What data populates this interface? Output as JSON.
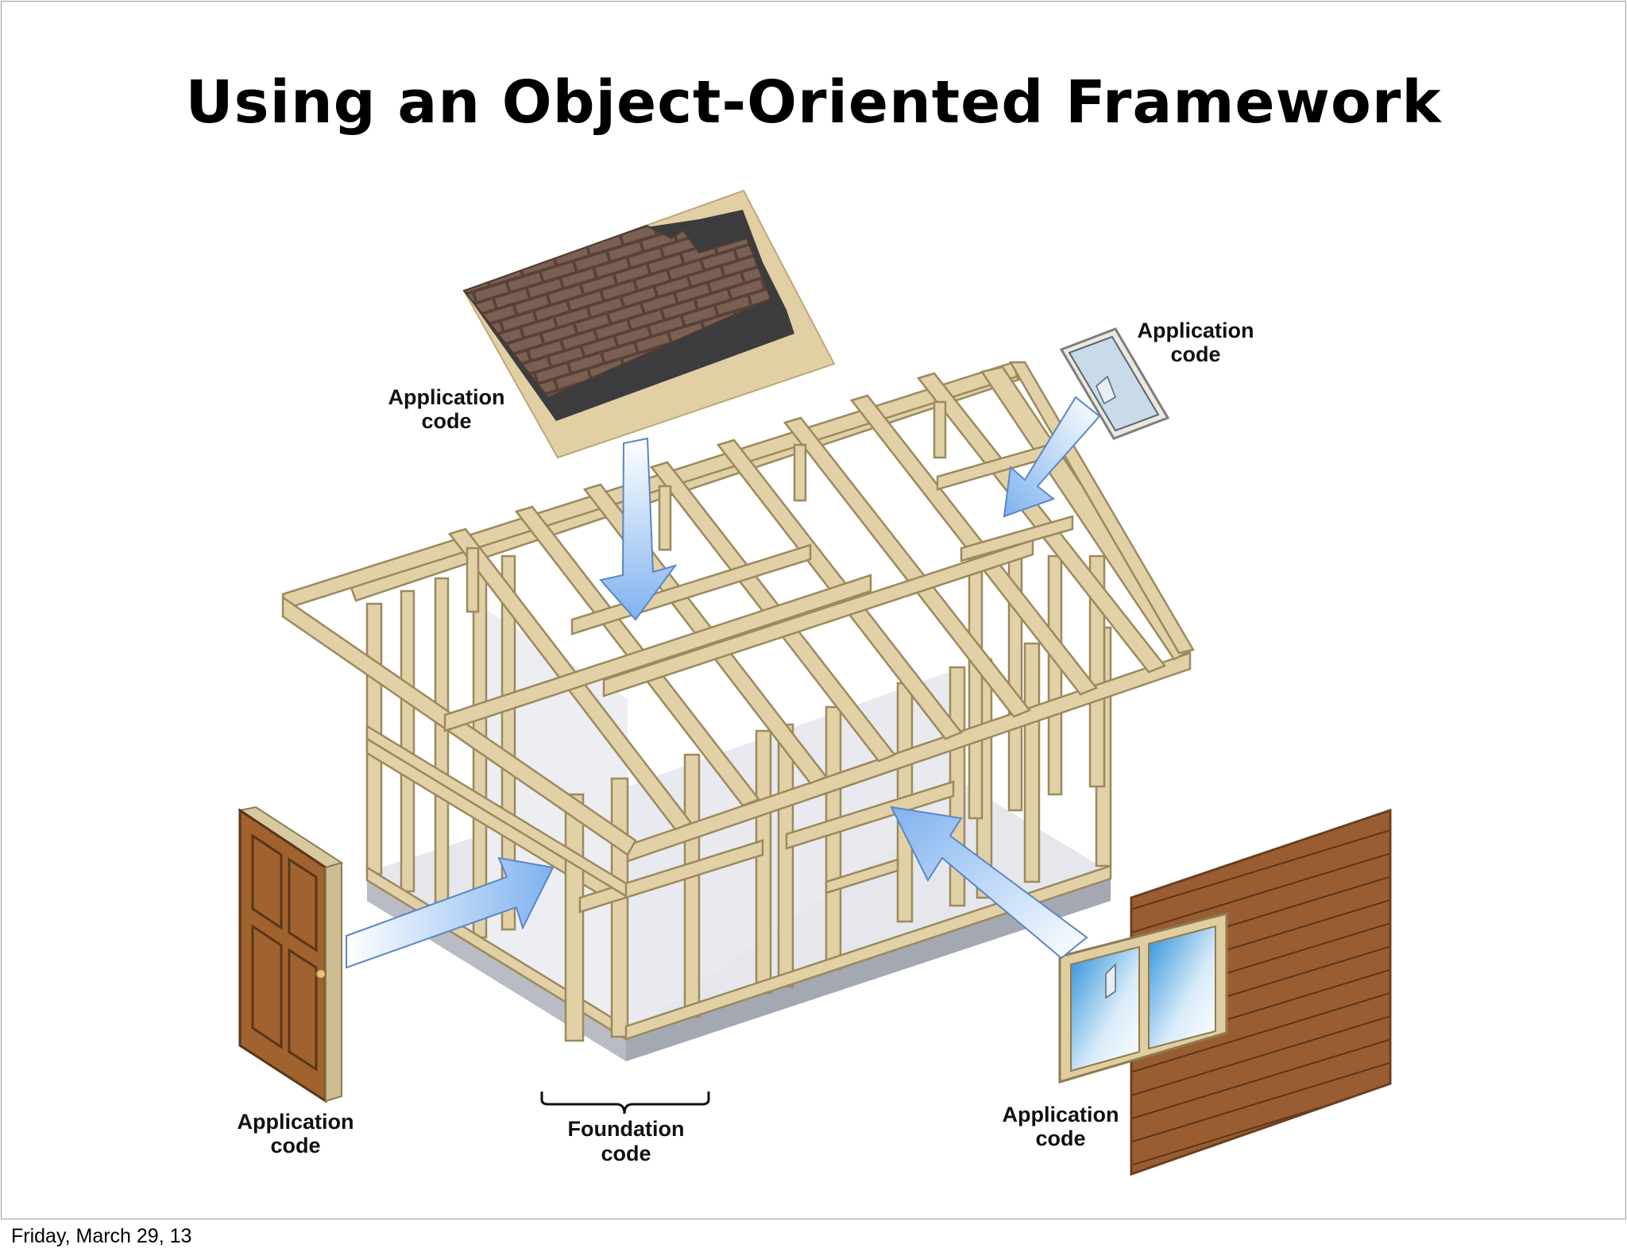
{
  "title": "Using an Object-Oriented Framework",
  "footer_date": "Friday, March 29, 13",
  "labels": {
    "roof": [
      "Application",
      "code"
    ],
    "window_top": [
      "Application",
      "code"
    ],
    "door": [
      "Application",
      "code"
    ],
    "foundation": [
      "Foundation",
      "code"
    ],
    "siding": [
      "Application",
      "code"
    ]
  },
  "colors": {
    "lumber": "#e2d0a6",
    "lumber_edge": "#9c8a5e",
    "shingle": "#6e5549",
    "tarpaper": "#3c3c3e",
    "door": "#a0622e",
    "siding": "#9a5d32",
    "arrow": "#86b6ef",
    "foundation": "#b9bcc4",
    "interior": "#e6e7ec"
  }
}
